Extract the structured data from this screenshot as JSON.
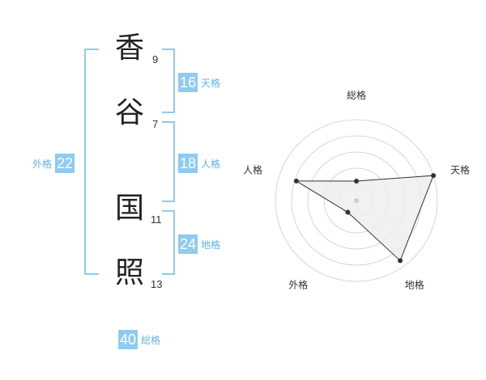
{
  "name": {
    "characters": [
      {
        "char": "香",
        "strokes": "9"
      },
      {
        "char": "谷",
        "strokes": "7"
      },
      {
        "char": "国",
        "strokes": "11"
      },
      {
        "char": "照",
        "strokes": "13"
      }
    ]
  },
  "kakusu": {
    "tenkaku": {
      "value": "16",
      "label": "天格"
    },
    "jinkaku": {
      "value": "18",
      "label": "人格"
    },
    "chikaku": {
      "value": "24",
      "label": "地格"
    },
    "gaikaku": {
      "value": "22",
      "label": "外格"
    },
    "soukaku": {
      "value": "40",
      "label": "総格"
    }
  },
  "chart_data": {
    "type": "radar",
    "axes": [
      "総格",
      "天格",
      "地格",
      "外格",
      "人格"
    ],
    "scale_max": 5,
    "values": [
      1.2,
      5.0,
      4.6,
      0.9,
      3.9
    ],
    "colors": {
      "fill": "#eeeeee",
      "stroke": "#333333",
      "grid": "#cccccc",
      "center_dot": "#cccccc"
    }
  },
  "colors": {
    "accent": "#8ecbf0",
    "accent_text": "#5fb2e5"
  }
}
